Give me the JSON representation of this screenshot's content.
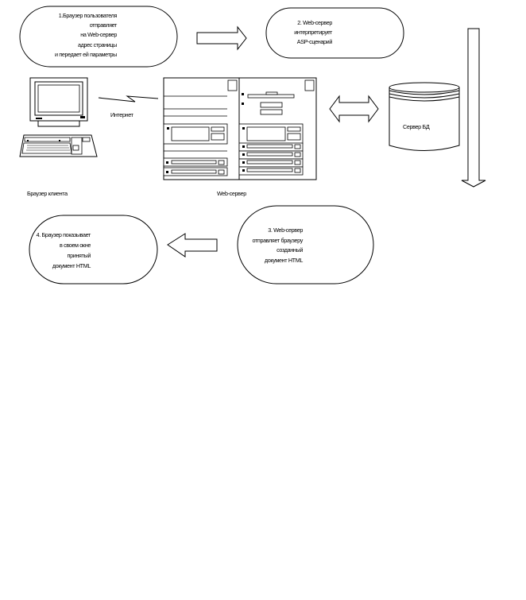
{
  "steps": [
    {
      "lines": [
        "1.Браузер пользователя",
        "отправляет",
        "на Web-сервер",
        "адрес страницы",
        "и передает ей параметры"
      ]
    },
    {
      "lines": [
        "2. Web-сервер",
        "интерпретирует",
        "ASP-сценарий"
      ]
    },
    {
      "lines": [
        "3. Web-сервер",
        "отправляет браузеру",
        "созданный",
        "документ HTML"
      ]
    },
    {
      "lines": [
        "4. Браузер показывает",
        "в своем окне",
        "принятый",
        "документ HTML"
      ]
    }
  ],
  "labels": {
    "client": "Браузер клиента",
    "internet": "Интернет",
    "server": "Web-сервер",
    "db": "Сервер БД"
  }
}
